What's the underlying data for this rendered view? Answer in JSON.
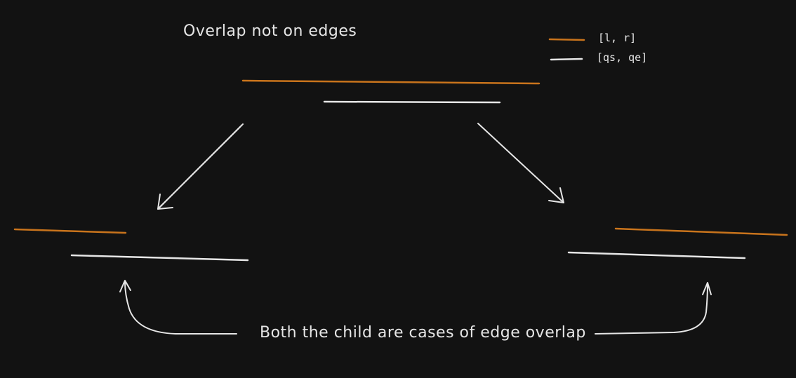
{
  "title": "Overlap not on edges",
  "legend": [
    {
      "label": "[l, r]",
      "color": "#c9741c"
    },
    {
      "label": "[qs, qe]",
      "color": "#e6e6e6"
    }
  ],
  "caption": "Both the child are cases of edge overlap",
  "colors": {
    "background": "#121212",
    "range_lr": "#c9741c",
    "range_q": "#e6e6e6",
    "arrow": "#e6e6e6"
  }
}
